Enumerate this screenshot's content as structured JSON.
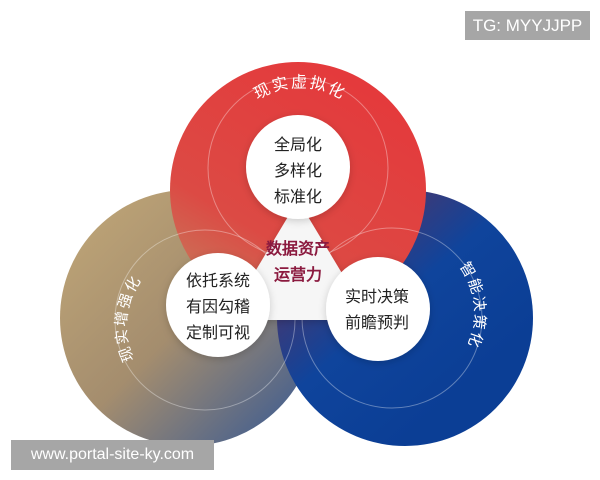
{
  "watermarks": {
    "top_right": "TG: MYYJJPP",
    "bottom_left": "www.portal-site-ky.com"
  },
  "diagram": {
    "center": {
      "lines": [
        "数据资产",
        "运营力"
      ],
      "color": "#8b1a3f"
    },
    "rings": [
      {
        "id": "top",
        "arc_label": "现实虚拟化",
        "inner_lines": [
          "全局化",
          "多样化",
          "标准化"
        ],
        "color": "#e03a3c"
      },
      {
        "id": "left",
        "arc_label": "现实增强化",
        "inner_lines": [
          "依托系统",
          "有因勾稽",
          "定制可视"
        ],
        "color": "#b89a68"
      },
      {
        "id": "right",
        "arc_label": "智能决策化",
        "inner_lines": [
          "实时决策",
          "前瞻预判"
        ],
        "color": "#0d3f97"
      }
    ]
  }
}
